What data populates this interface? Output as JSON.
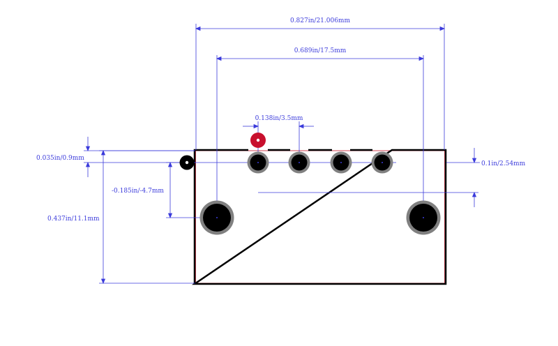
{
  "colors": {
    "dimension": "#3b3bdb",
    "outline": "#000000",
    "outline_inner": "#d04050",
    "pad_ring": "#808080",
    "pad_fill": "#000000",
    "pin1_marker": "#c8102e",
    "background": "#ffffff"
  },
  "dimensions": {
    "overall_width": "0.827in/21.006mm",
    "mount_hole_spacing": "0.689in/17.5mm",
    "pin_pitch": "0.138in/3.5mm",
    "top_offset": "0.035in/0.9mm",
    "row_pitch": "0.1in/2.54mm",
    "hole_offset": "-0.185in/-4.7mm",
    "overall_height": "0.437in/11.1mm"
  },
  "pins": {
    "signal_pad_count": 4,
    "mount_hole_count": 2
  }
}
